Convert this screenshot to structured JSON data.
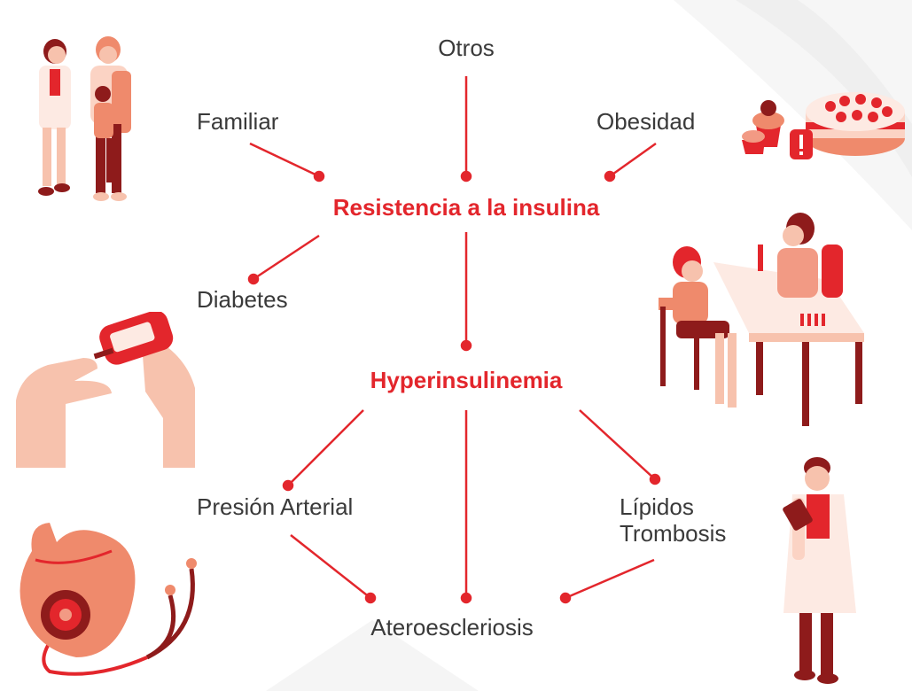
{
  "diagram": {
    "hubs": {
      "insulin_resistance": "Resistencia a la insulina",
      "hyperinsulinemia": "Hyperinsulinemia"
    },
    "causes": {
      "others": "Otros",
      "family": "Familiar",
      "obesity": "Obesidad",
      "diabetes": "Diabetes"
    },
    "consequences": {
      "blood_pressure": "Presión Arterial",
      "lipids_line1": "Lípidos",
      "lipids_line2": "Trombosis",
      "atherosclerosis": "Ateroescleriosis"
    },
    "colors": {
      "accent": "#e3262c",
      "text": "#3a3a3a",
      "skin": "#f7c2ad",
      "salmon": "#ef8a6c",
      "dark_red": "#8e1b1b"
    }
  }
}
